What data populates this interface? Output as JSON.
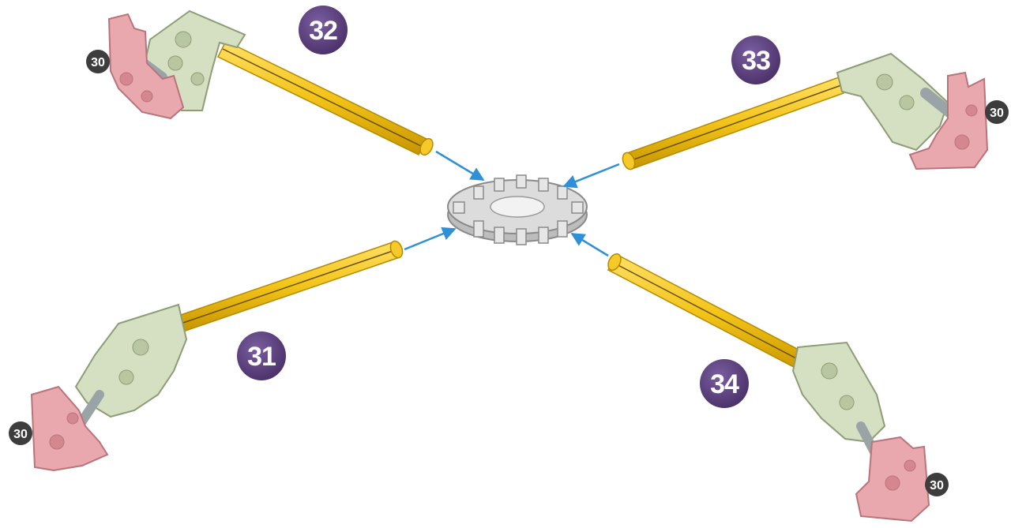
{
  "steps": [
    {
      "id": "31",
      "label": "31"
    },
    {
      "id": "32",
      "label": "32"
    },
    {
      "id": "33",
      "label": "33"
    },
    {
      "id": "34",
      "label": "34"
    }
  ],
  "part_refs": [
    {
      "label": "30"
    },
    {
      "label": "30"
    },
    {
      "label": "30"
    },
    {
      "label": "30"
    }
  ],
  "colors": {
    "step_badge": "#5a3f7e",
    "ref_badge": "#3d3d3d",
    "rod": "#f2c418",
    "rod_dark": "#c79500",
    "connector_green": "#d5dfc1",
    "connector_green_dark": "#9aa882",
    "connector_pink": "#e8a8ae",
    "connector_pink_dark": "#b9747b",
    "hub": "#d6d6d6",
    "hub_dark": "#9a9a9a",
    "arrow": "#2f8fd8"
  },
  "icons": [
    "yellow-rod",
    "green-elbow-connector",
    "pink-end-connector",
    "gray-hub",
    "blue-arrow"
  ]
}
